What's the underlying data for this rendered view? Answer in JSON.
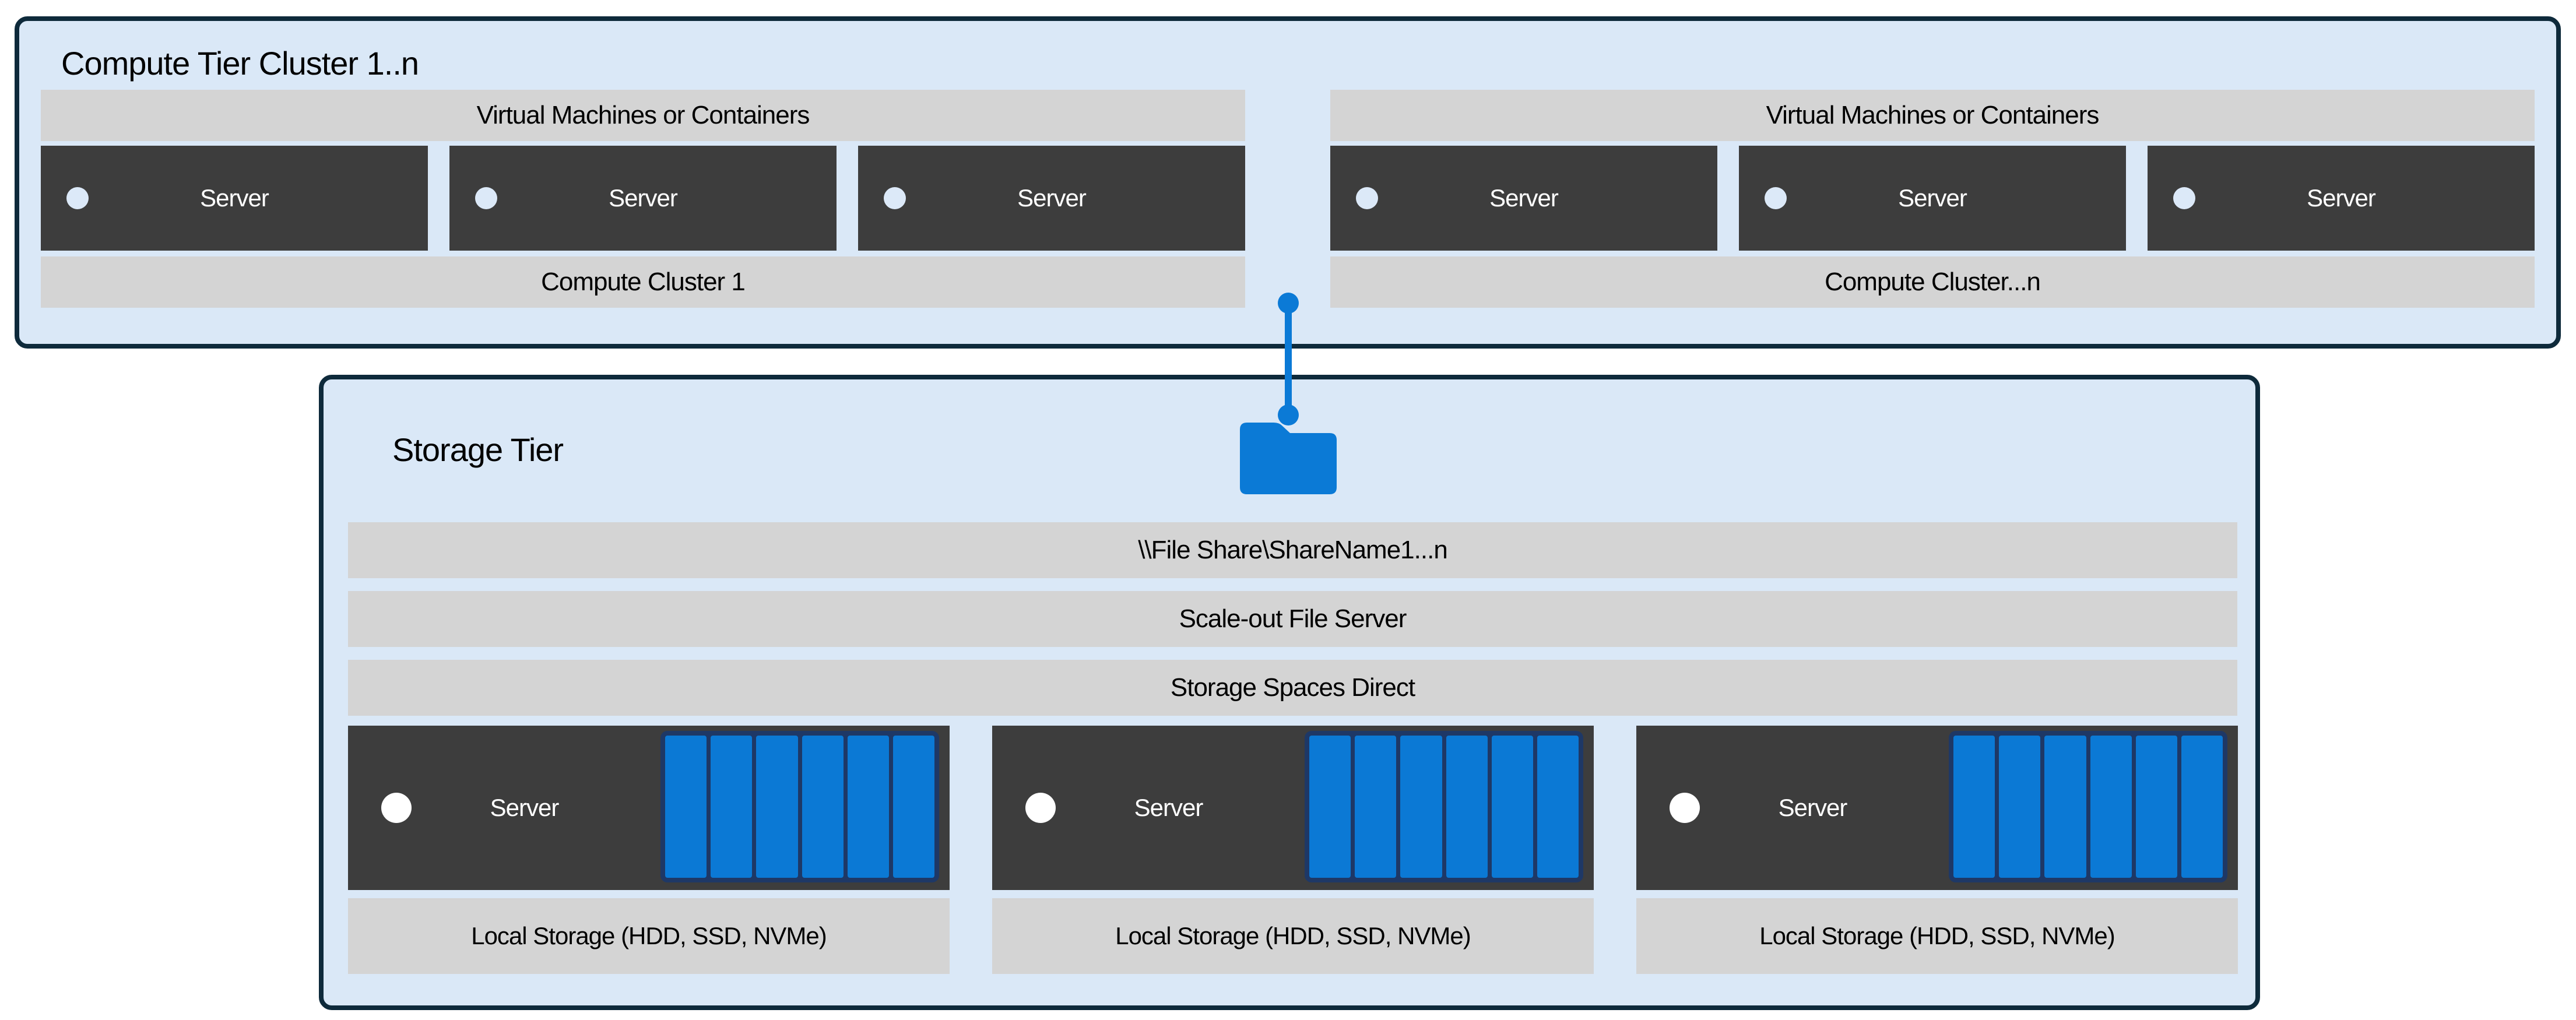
{
  "colors": {
    "accent_blue": "#0b7ad6",
    "disk_border_navy": "#1e3866",
    "tier_background": "#dae8f7",
    "tier_border": "#0e2a3b",
    "bar_gray": "#d4d4d4",
    "server_dark": "#3d3d3d"
  },
  "compute_tier": {
    "title": "Compute Tier Cluster 1..n",
    "clusters": [
      {
        "header": "Virtual Machines or Containers",
        "servers": [
          "Server",
          "Server",
          "Server"
        ],
        "footer": "Compute Cluster 1"
      },
      {
        "header": "Virtual Machines or Containers",
        "servers": [
          "Server",
          "Server",
          "Server"
        ],
        "footer": "Compute Cluster...n"
      }
    ]
  },
  "storage_tier": {
    "title": "Storage Tier",
    "layers": [
      "\\\\File Share\\ShareName1...n",
      "Scale-out File Server",
      "Storage Spaces Direct"
    ],
    "nodes": [
      {
        "label": "Server",
        "disk_count": 6,
        "storage_label": "Local Storage (HDD, SSD, NVMe)"
      },
      {
        "label": "Server",
        "disk_count": 6,
        "storage_label": "Local Storage (HDD, SSD, NVMe)"
      },
      {
        "label": "Server",
        "disk_count": 6,
        "storage_label": "Local Storage (HDD, SSD, NVMe)"
      }
    ]
  },
  "icons": {
    "folder": "file-share-folder",
    "connector": "compute-to-storage-link"
  }
}
